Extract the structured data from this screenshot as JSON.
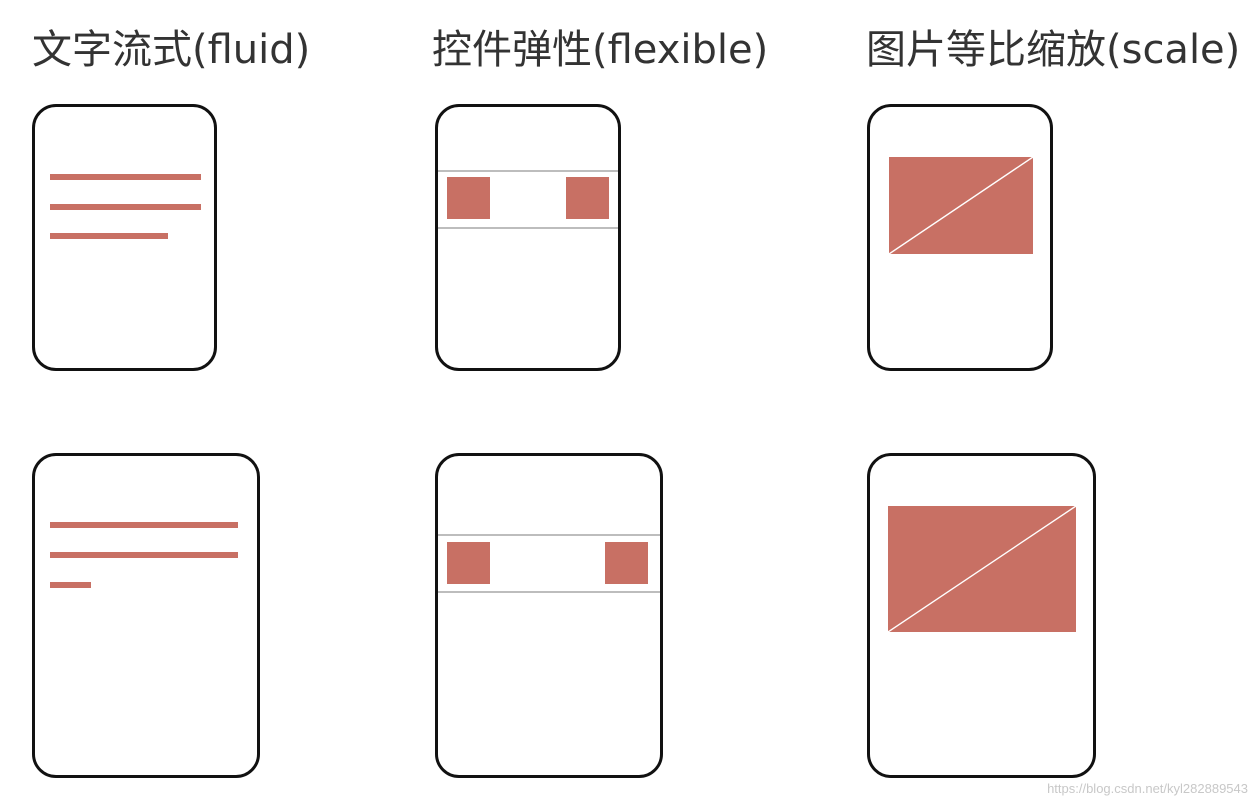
{
  "columns": [
    {
      "title": "文字流式(fluid)"
    },
    {
      "title": "控件弹性(flexible)"
    },
    {
      "title": "图片等比缩放(scale)"
    }
  ],
  "colors": {
    "accent": "#c87064",
    "frame": "#111111",
    "divider": "#bdbdbd"
  },
  "watermark": "https://blog.csdn.net/kyl282889543"
}
